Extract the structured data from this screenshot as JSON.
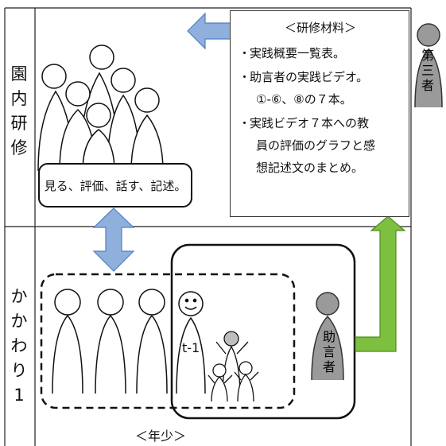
{
  "sections": {
    "top_label": [
      "園",
      "内",
      "研",
      "修"
    ],
    "bottom_label": [
      "か",
      "か",
      "わ",
      "り",
      "1"
    ]
  },
  "speech_bubble": "見る、評価、話す、記述。",
  "materials": {
    "title": "＜研修材料＞",
    "lines": [
      {
        "bullet": "・",
        "text": "実践概要一覧表。"
      },
      {
        "bullet": "・",
        "text": "助言者の実践ビデオ。"
      },
      {
        "bullet": "",
        "text": "①‐⑥、⑧の７本。",
        "cont": true
      },
      {
        "bullet": "・",
        "text": "実践ビデオ７本への教"
      },
      {
        "bullet": "",
        "text": "員の評価のグラフと感",
        "cont": true
      },
      {
        "bullet": "",
        "text": "想記述文のまとめ。",
        "cont": true
      }
    ]
  },
  "third_party_label": [
    "第",
    "三",
    "者"
  ],
  "advisor_label": [
    "助",
    "言",
    "者"
  ],
  "teacher_label": "t-1",
  "group_label": "＜年少＞",
  "colors": {
    "blue_arrow": "#8fb0dc",
    "blue_arrow_stroke": "#4f7fc0",
    "green_arrow": "#7dbf3f",
    "green_arrow_stroke": "#4e8a22",
    "grey_person": "#9a9a9a"
  }
}
